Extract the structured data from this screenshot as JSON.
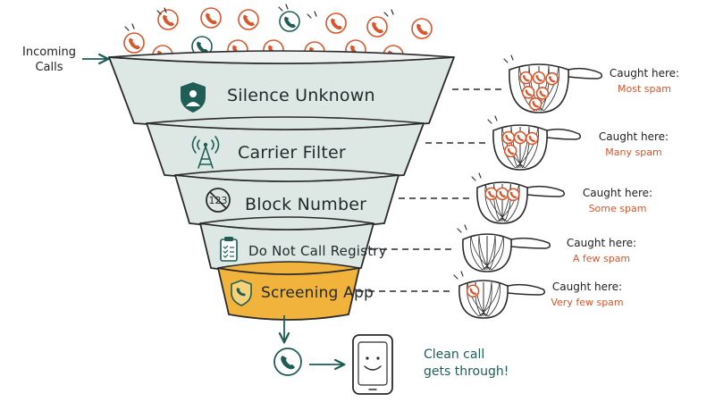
{
  "incoming_label": [
    "Incoming",
    "Calls"
  ],
  "stages": [
    {
      "label": "Silence Unknown",
      "icon": "shield-person-icon",
      "fill": "#dde8e4",
      "caught_title": "Caught here:",
      "caught_note": "Most spam"
    },
    {
      "label": "Carrier Filter",
      "icon": "cell-tower-icon",
      "fill": "#dde8e4",
      "caught_title": "Caught here:",
      "caught_note": "Many spam"
    },
    {
      "label": "Block Number",
      "icon": "blocked-number-icon",
      "fill": "#dde8e4",
      "caught_title": "Caught here:",
      "caught_note": "Some spam"
    },
    {
      "label": "Do Not Call Registry",
      "icon": "clipboard-list-icon",
      "fill": "#dde8e4",
      "caught_title": "Caught here:",
      "caught_note": "A few spam"
    },
    {
      "label": "Screening App",
      "icon": "shield-phone-icon",
      "fill": "#f2b33d",
      "caught_title": "Caught here:",
      "caught_note": "Very few spam"
    }
  ],
  "icon_glyphs": {
    "blocked-number": "123"
  },
  "clean_call_label": [
    "Clean call",
    "gets through!"
  ],
  "colors": {
    "spam": "#d9552b",
    "legit": "#1f5d57",
    "funnel_fill": "#dde8e4",
    "highlight_fill": "#f2b33d",
    "outline": "#2a2a2a"
  }
}
